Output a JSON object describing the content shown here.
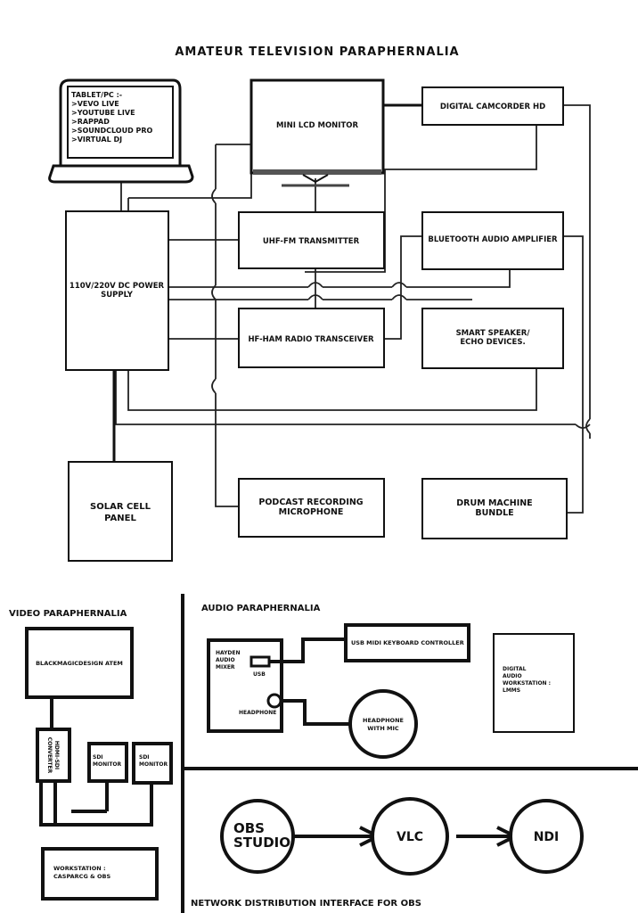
{
  "title": "AMATEUR TELEVISION PARAPHERNALIA",
  "tablet": {
    "lines": [
      "TABLET/PC :-",
      ">VEVO LIVE",
      ">YOUTUBE LIVE",
      ">RAPPAD",
      ">SOUNDCLOUD PRO",
      ">VIRTUAL DJ"
    ]
  },
  "monitor_label": "MINI LCD MONITOR",
  "camcorder_label": "DIGITAL CAMCORDER HD",
  "power_supply_lines": [
    "110V/220V DC POWER",
    "SUPPLY"
  ],
  "uhf_label": "UHF-FM TRANSMITTER",
  "bt_amp_label": "BLUETOOTH AUDIO AMPLIFIER",
  "hf_label": "HF-HAM RADIO TRANSCEIVER",
  "speaker_lines": [
    "SMART SPEAKER/",
    "ECHO DEVICES."
  ],
  "solar_lines": [
    "SOLAR CELL",
    "PANEL"
  ],
  "podcast_lines": [
    "PODCAST RECORDING",
    "MICROPHONE"
  ],
  "drum_lines": [
    "DRUM MACHINE",
    "BUNDLE"
  ],
  "video": {
    "heading": "VIDEO PARAPHERNALIA",
    "atem_label": "BLACKMAGICDESIGN ATEM",
    "converter_lines": [
      "HDMI-SDI",
      "CONVERTER"
    ],
    "sdi1_lines": [
      "SDI",
      "MONITOR"
    ],
    "sdi2_lines": [
      "SDI",
      "MONITOR"
    ],
    "workstation_lines": [
      "WORKSTATION :",
      "CASPARCG & OBS"
    ]
  },
  "audio": {
    "heading": "AUDIO PARAPHERNALIA",
    "mixer_lines": [
      "HAYDEN",
      "AUDIO",
      "MIXER"
    ],
    "usb_label": "USB",
    "headphone_label": "HEADPHONE",
    "midi_label": "USB MIDI KEYBOARD CONTROLLER",
    "hp_mic_lines": [
      "HEADPHONE",
      "WITH MIC"
    ],
    "daw_lines": [
      "DIGITAL",
      "AUDIO",
      "WORKSTATION :",
      "LMMS"
    ]
  },
  "network": {
    "heading": "NETWORK DISTRIBUTION INTERFACE FOR OBS",
    "obs_lines": [
      "OBS",
      "STUDIO"
    ],
    "vlc_label": "VLC",
    "ndi_label": "NDI"
  }
}
